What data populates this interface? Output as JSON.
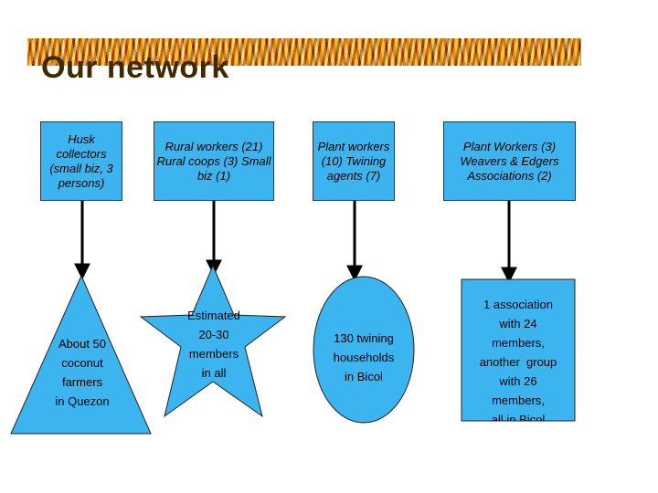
{
  "title": "Our network",
  "colors": {
    "box_fill": "#3cb4f0",
    "arrow": "#000000",
    "title": "#3f2a00"
  },
  "boxes": [
    {
      "label": "Husk collectors (small biz, 3 persons)"
    },
    {
      "label": "Rural workers (21) Rural coops (3) Small biz (1)"
    },
    {
      "label": "Plant workers (10) Twining agents (7)"
    },
    {
      "label": "Plant Workers (3) Weavers & Edgers Associations (2)"
    }
  ],
  "shapes": [
    {
      "type": "triangle",
      "lines": [
        "About 50",
        "coconut",
        "farmers",
        "in Quezon"
      ]
    },
    {
      "type": "star",
      "lines": [
        "Estimated",
        "20-30",
        "members",
        "in all"
      ]
    },
    {
      "type": "circle",
      "lines": [
        "130 twining",
        "households",
        "in Bicol"
      ]
    },
    {
      "type": "rectangle",
      "lines": [
        "1 association",
        "with 24",
        "members,",
        "another  group",
        "with 26",
        "members,",
        "all in Bicol"
      ]
    }
  ]
}
